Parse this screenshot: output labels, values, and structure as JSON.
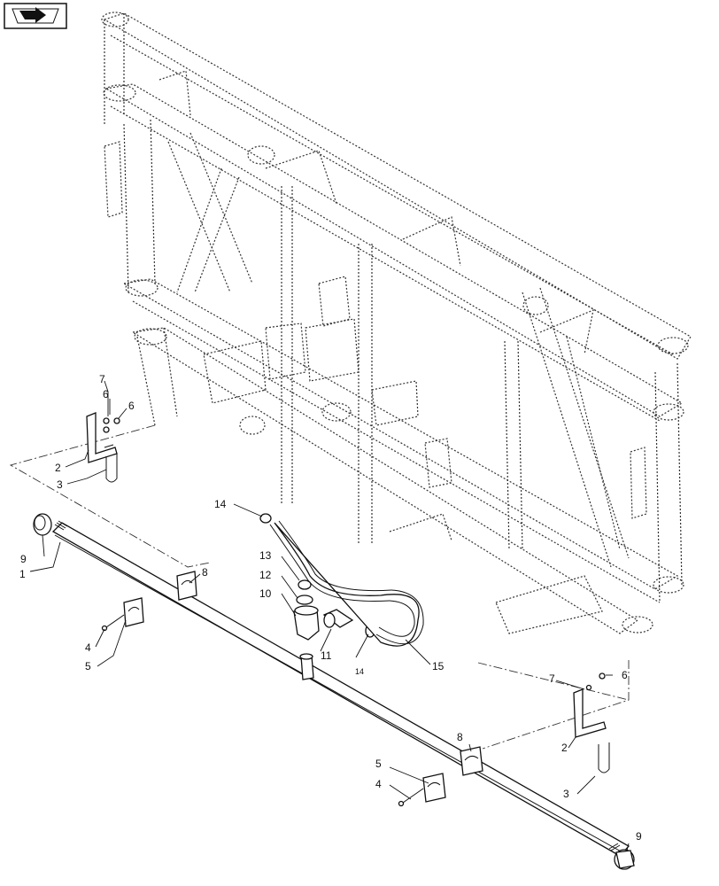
{
  "nav": {
    "icon": "next-page-icon"
  },
  "callouts": {
    "c1": "1",
    "c2a": "2",
    "c2b": "2",
    "c3a": "3",
    "c3b": "3",
    "c4a": "4",
    "c4b": "4",
    "c5a": "5",
    "c5b": "5",
    "c6a": "6",
    "c6b": "6",
    "c6c": "6",
    "c7a": "7",
    "c7b": "7",
    "c8a": "8",
    "c8b": "8",
    "c9a": "9",
    "c9b": "9",
    "c10": "10",
    "c11": "11",
    "c12": "12",
    "c13": "13",
    "c14a": "14",
    "c14b": "14",
    "c15": "15"
  }
}
